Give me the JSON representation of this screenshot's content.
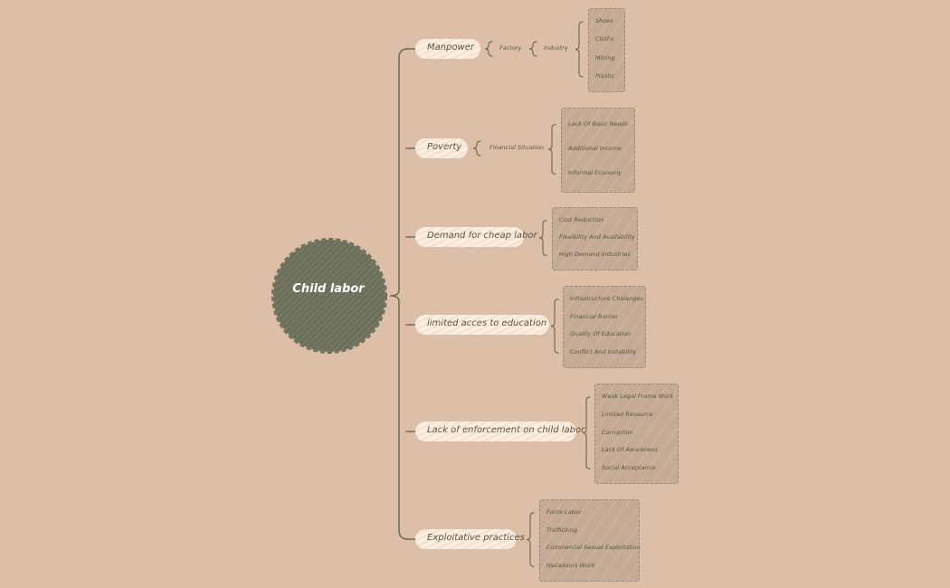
{
  "root": {
    "label": "Child labor",
    "color": "#6c6f5a"
  },
  "colors": {
    "background": "#ddbfa8",
    "line": "#6c6f5a",
    "box": "#c8ae98",
    "bubble": "#fbe9da",
    "text": "#5a5445"
  },
  "branches": [
    {
      "label": "Manpower",
      "chain": [
        "Factory",
        "Industry"
      ],
      "leaves": [
        "Shoes",
        "Cloths",
        "Mining",
        "Plastic"
      ]
    },
    {
      "label": "Poverty",
      "chain": [
        "Financial Situation"
      ],
      "leaves": [
        "Lack Of Basic Needs",
        "Additional Income",
        "Informal Economy"
      ]
    },
    {
      "label": "Demand for cheap labor",
      "chain": [],
      "leaves": [
        "Cost Reduction",
        "Flexibility And Availability",
        "High Demand Industries"
      ]
    },
    {
      "label": "limited acces to education",
      "chain": [],
      "leaves": [
        "Infrastructure Chalanges",
        "Financial Barrier",
        "Quality Of Education",
        "Conflict And Instability"
      ]
    },
    {
      "label": "Lack of enforcement on child labor",
      "chain": [],
      "leaves": [
        "Weak Legal Frame Work",
        "Limited Resource",
        "Corruption",
        "Lack Of Awareness",
        "Social Acceptance"
      ]
    },
    {
      "label": "Exploitative practices",
      "chain": [],
      "leaves": [
        "Force Labor",
        "Trafficking",
        "Commercial Sexual Exploitation",
        "Hazadours Work"
      ]
    }
  ]
}
